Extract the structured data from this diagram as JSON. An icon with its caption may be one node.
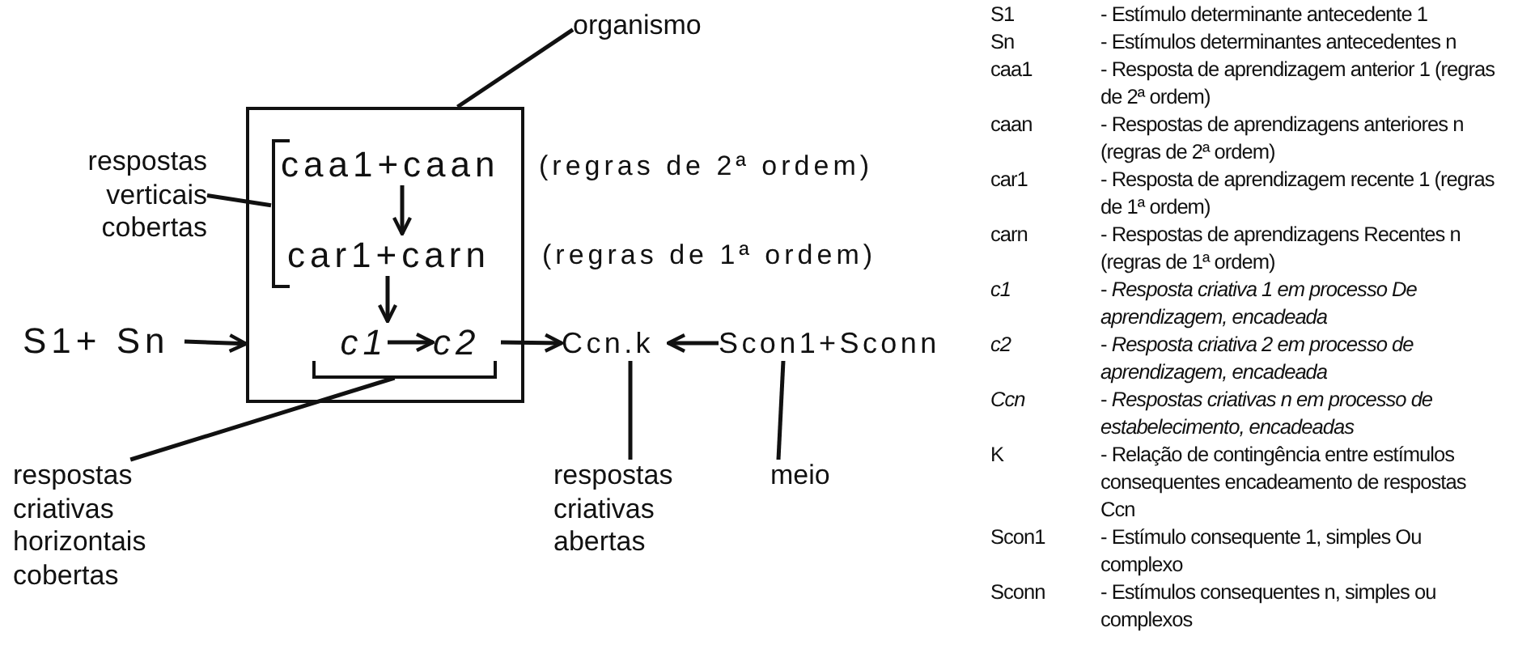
{
  "diagram": {
    "nodes": [
      {
        "text": [
          "organismo"
        ]
      },
      {
        "text": [],
        "shape": "box"
      },
      {
        "text": [],
        "shape": "bracket",
        "in": 1
      },
      {
        "text": [
          "caa1+caan"
        ],
        "in": 1,
        "beside": [
          "(regras de 2ª ordem)"
        ]
      },
      {
        "text": [
          "car1+carn"
        ],
        "in": 1,
        "beside": [
          "(regras de 1ª ordem)"
        ]
      },
      {
        "text": [
          "c1"
        ],
        "in": 1
      },
      {
        "text": [
          "c2"
        ],
        "in": 1
      },
      {
        "text": [],
        "shape": "bracket",
        "in": 1
      },
      {
        "text": [
          "respostas verticais cobertas"
        ]
      },
      {
        "text": [
          "S1+ Sn"
        ]
      },
      {
        "text": [
          "Ccn.k"
        ]
      },
      {
        "text": [
          "Scon1+Sconn"
        ]
      },
      {
        "text": [
          "respostas criativas horizontais cobertas"
        ]
      },
      {
        "text": [
          "respostas criativas abertas"
        ]
      },
      {
        "text": [
          "meio"
        ]
      }
    ],
    "edges": [
      {
        "from": 0,
        "to": 1,
        "arrow": "none"
      },
      {
        "from": 3,
        "to": 4,
        "arrow": "to"
      },
      {
        "from": 4,
        "to": 5,
        "arrow": "to"
      },
      {
        "from": 5,
        "to": 6,
        "arrow": "to"
      },
      {
        "from": 9,
        "to": 1,
        "arrow": "to"
      },
      {
        "from": 6,
        "to": 10,
        "arrow": "to"
      },
      {
        "from": 11,
        "to": 10,
        "arrow": "to"
      },
      {
        "from": 8,
        "to": 2,
        "arrow": "none"
      },
      {
        "from": 12,
        "to": 7,
        "arrow": "none"
      },
      {
        "from": 13,
        "to": 10,
        "arrow": "none"
      },
      {
        "from": 14,
        "to": 11,
        "arrow": "none"
      }
    ],
    "labels": [
      "S1",
      "- Estímulo determinante antecedente 1",
      "Sn",
      "- Estímulos determinantes antecedentes n",
      "caa1",
      "- Resposta de aprendizagem anterior 1 (regras de 2ª ordem)",
      "caan",
      "- Respostas de aprendizagens anteriores n (regras de 2ª ordem)",
      "car1",
      "- Resposta de aprendizagem recente 1 (regras de 1ª ordem)",
      "carn",
      "- Respostas de aprendizagens Recentes n (regras de 1ª ordem)",
      "*c1*",
      "- *Resposta criativa 1 em processo De aprendizagem, encadeada*",
      "*c2*",
      "- *Resposta criativa 2 em processo de aprendizagem, encadeada*",
      "*Ccn*",
      "- *Respostas criativas n em processo de estabelecimento, encadeadas*",
      "K",
      "- Relação de contingência entre estímulos consequentes encadeamento de respostas Ccn",
      "Scon1",
      "- Estímulo consequente 1, simples Ou complexo",
      "Sconn",
      "- Estímulos consequentes n, simples ou complexos"
    ]
  }
}
